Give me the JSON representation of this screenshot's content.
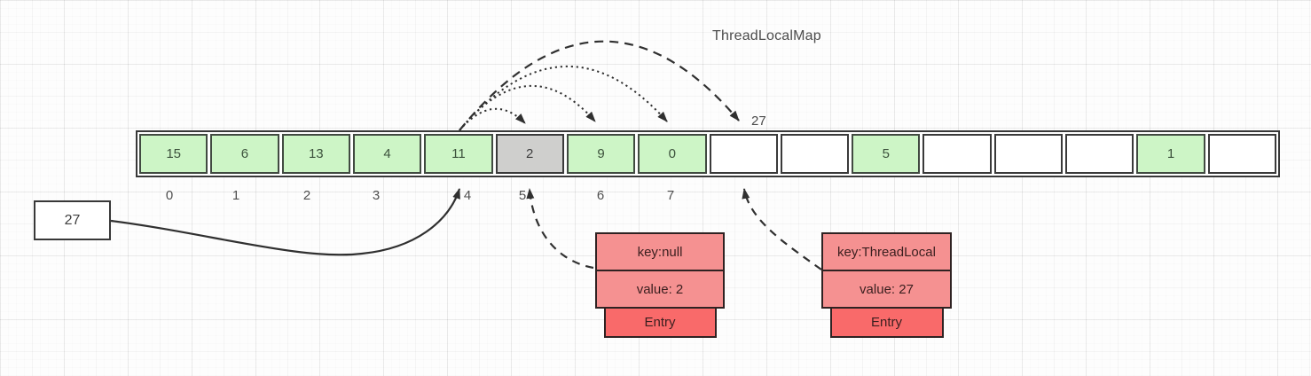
{
  "title": "ThreadLocalMap",
  "array": {
    "cells": [
      {
        "value": "15",
        "state": "green"
      },
      {
        "value": "6",
        "state": "green"
      },
      {
        "value": "13",
        "state": "green"
      },
      {
        "value": "4",
        "state": "green"
      },
      {
        "value": "11",
        "state": "green"
      },
      {
        "value": "2",
        "state": "gray"
      },
      {
        "value": "9",
        "state": "green"
      },
      {
        "value": "0",
        "state": "green"
      },
      {
        "value": "",
        "state": "white"
      },
      {
        "value": "",
        "state": "white"
      },
      {
        "value": "5",
        "state": "green"
      },
      {
        "value": "",
        "state": "white"
      },
      {
        "value": "",
        "state": "white"
      },
      {
        "value": "",
        "state": "white"
      },
      {
        "value": "1",
        "state": "green"
      },
      {
        "value": "",
        "state": "white"
      }
    ],
    "indices": [
      "0",
      "1",
      "2",
      "3",
      "4",
      "5",
      "6",
      "7"
    ]
  },
  "value_box": {
    "value": "27"
  },
  "probe_label": "27",
  "entry_cards": [
    {
      "key": "key:null",
      "value": "value: 2",
      "footer": "Entry"
    },
    {
      "key": "key:ThreadLocal",
      "value": "value: 27",
      "footer": "Entry"
    }
  ],
  "colors": {
    "cell_green": "#cdf5c6",
    "cell_gray": "#cfcfcd",
    "cell_white": "#ffffff",
    "entry_row": "#f59191",
    "entry_footer": "#f96a6a",
    "stroke": "#303030",
    "border": "#383838"
  }
}
